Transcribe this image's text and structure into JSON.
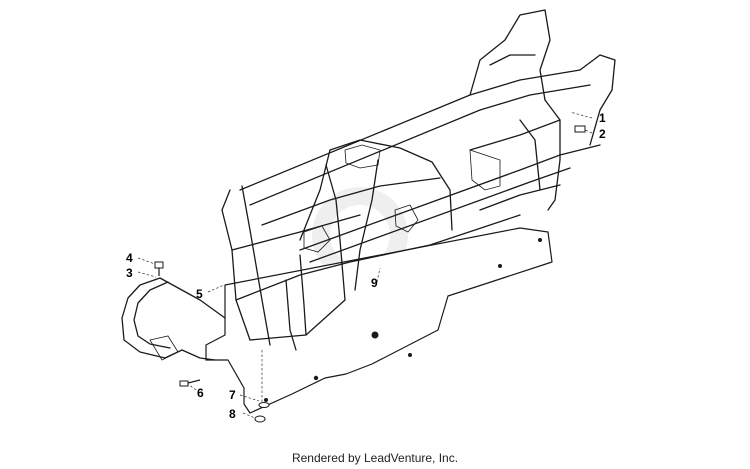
{
  "callouts": [
    "1",
    "2",
    "3",
    "4",
    "5",
    "6",
    "7",
    "8",
    "9"
  ],
  "footer": "Rendered by LeadVenture, Inc."
}
